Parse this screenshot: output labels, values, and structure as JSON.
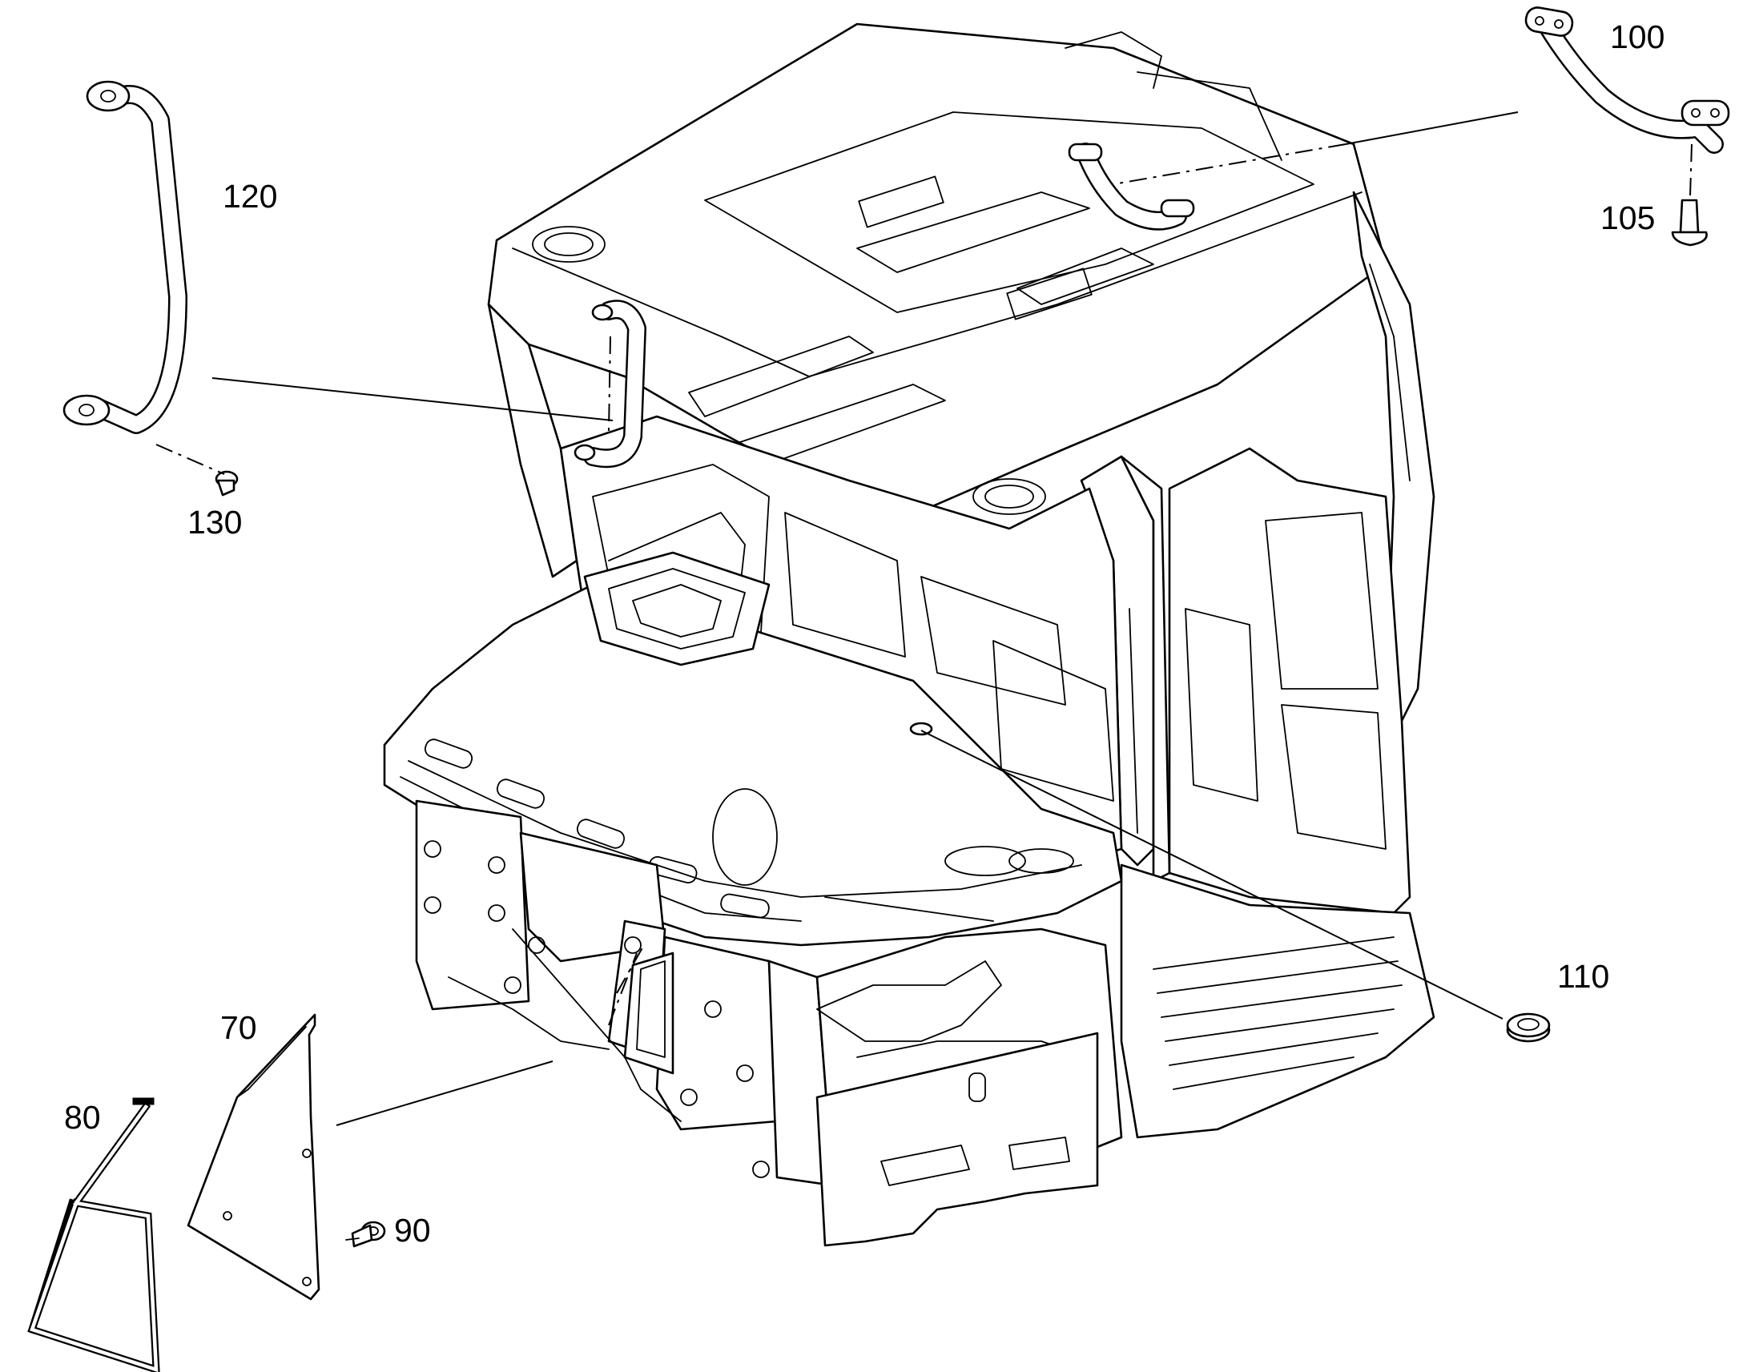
{
  "diagram": {
    "callouts": [
      {
        "id": "100",
        "label": "100"
      },
      {
        "id": "105",
        "label": "105"
      },
      {
        "id": "110",
        "label": "110"
      },
      {
        "id": "120",
        "label": "120"
      },
      {
        "id": "130",
        "label": "130"
      },
      {
        "id": "70",
        "label": "70"
      },
      {
        "id": "80",
        "label": "80"
      },
      {
        "id": "90",
        "label": "90"
      }
    ]
  }
}
